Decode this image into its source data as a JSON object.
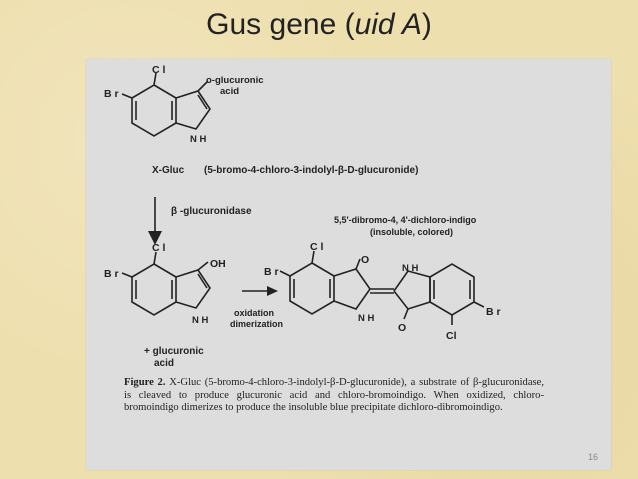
{
  "slide": {
    "title_prefix": "Gus gene (",
    "title_italic": "uid A",
    "title_suffix": ")",
    "page_number": "16"
  },
  "figure": {
    "substrate": {
      "atom_cl": "C l",
      "atom_br": "B r",
      "atom_nh": "N H",
      "group_line1": "o-glucuronic",
      "group_line2": "acid",
      "name_short": "X-Gluc",
      "name_full": "(5-bromo-4-chloro-3-indolyl-β-D-glucuronide)"
    },
    "enzyme": "β -glucuronidase",
    "intermediate": {
      "atom_cl": "C l",
      "atom_br": "B r",
      "atom_oh": "OH",
      "atom_nh": "N H",
      "plus_line1": "+ glucuronic",
      "plus_line2": "acid"
    },
    "reaction_line1": "oxidation",
    "reaction_line2": "dimerization",
    "product": {
      "name_line1": "5,5'-dibromo-4, 4'-dichloro-indigo",
      "name_line2": "(insoluble, colored)",
      "atom_cl_top": "C l",
      "atom_br_left": "B r",
      "atom_o_top": "O",
      "atom_nh_top": "N H",
      "atom_h_center": "N H",
      "atom_o_bottom": "O",
      "atom_br_right": "B r",
      "atom_cl_bottom": "Cl"
    },
    "caption_label": "Figure 2.",
    "caption_text": "X-Gluc (5-bromo-4-chloro-3-indolyl-β-D-glucuronide), a substrate of β-glucuronidase, is cleaved to produce glucuronic acid and chloro-bromoindigo. When oxidized, chloro-bromoindigo dimerizes to produce the insoluble blue precipitate dichloro-dibromoindigo."
  }
}
